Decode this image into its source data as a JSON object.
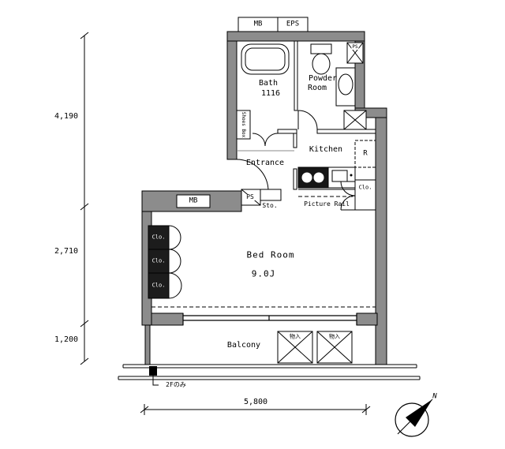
{
  "plan": {
    "rooms": {
      "bath": {
        "name": "Bath",
        "size": "1116"
      },
      "powder": {
        "line1": "Powder",
        "line2": "Room"
      },
      "kitchen": {
        "name": "Kitchen"
      },
      "entrance": {
        "name": "Entrance"
      },
      "bedroom": {
        "name": "Bed Room",
        "size": "9.0J"
      },
      "balcony": {
        "name": "Balcony"
      }
    },
    "labels": {
      "mb_top": "MB",
      "eps_top": "EPS",
      "ps_upper": "PS",
      "ps_lower": "PS",
      "mb_wall": "MB",
      "shoes_box": "Shoes Box",
      "storage": "Sto.",
      "picture_rail": "Picture Rail",
      "refrigerator": "R",
      "closet_hall": "Clo.",
      "closet_1": "Clo.",
      "closet_2": "Clo.",
      "closet_3": "Clo.",
      "balcony_storage_1": "物入",
      "balcony_storage_2": "物入"
    },
    "dimensions": {
      "vertical_top": "4,190",
      "vertical_middle": "2,710",
      "vertical_bottom": "1,200",
      "horizontal_bottom": "5,800"
    },
    "notes": {
      "floor_note": "2Fのみ"
    },
    "compass": {
      "north": "N"
    },
    "colors": {
      "wall": "#8c8c8c",
      "line": "#000000",
      "background": "#ffffff"
    }
  }
}
